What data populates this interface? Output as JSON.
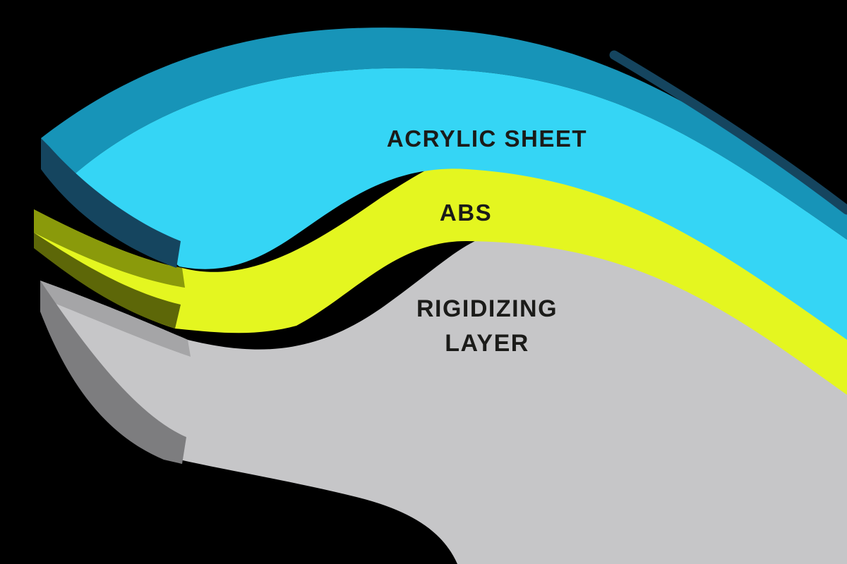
{
  "scene": {
    "background_color": "#000000",
    "text_color": "#1b1b19",
    "description": "Cross-section diagram of three wavy stacked thermoformed sheets"
  },
  "layers": [
    {
      "id": "acrylic",
      "label": "ACRYLIC SHEET",
      "front_color": "#35d5f5",
      "top_color": "#1794b8",
      "edge_color": "#15455f"
    },
    {
      "id": "abs",
      "label": "ABS",
      "front_color": "#e4f620",
      "top_color": "#8a9a0b",
      "edge_color": "#5d6708"
    },
    {
      "id": "rigidizing",
      "label": "RIGIDIZING\nLAYER",
      "front_color": "#c6c6c8",
      "top_color": "#a5a5a7",
      "edge_color": "#7d7d7f"
    }
  ]
}
